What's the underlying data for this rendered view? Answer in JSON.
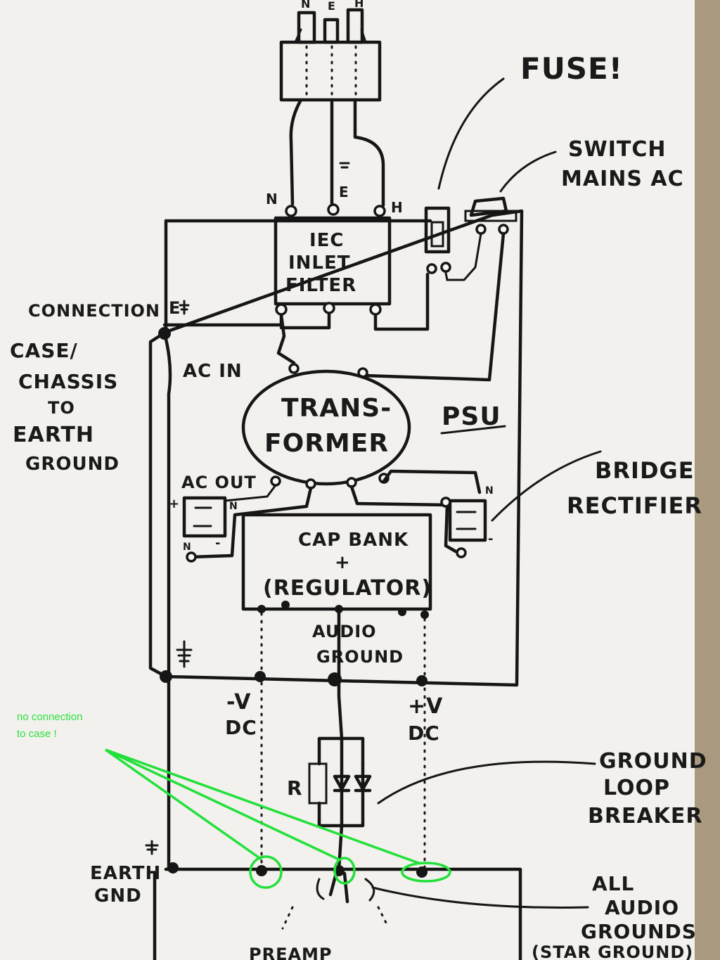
{
  "plug_pins": {
    "n": "N",
    "e": "E",
    "h": "H"
  },
  "iec_terminals": {
    "n": "N",
    "e": "E",
    "h": "H"
  },
  "iec": {
    "line1": "IEC",
    "line2": "INLET",
    "line3": "FILTER"
  },
  "fuse": "FUSE!",
  "switch": {
    "line1": "SWITCH",
    "line2": "MAINS AC"
  },
  "chassis_note": {
    "line1": "CONNECTION",
    "line2": "CASE/",
    "line3": "CHASSIS",
    "line4": "TO",
    "line5": "EARTH",
    "line6": "GROUND"
  },
  "earth_top": "E",
  "ac_in": "AC IN",
  "transformer": {
    "line1": "TRANS-",
    "line2": "FORMER"
  },
  "psu": "PSU",
  "ac_out": "AC OUT",
  "bridge": {
    "line1": "BRIDGE",
    "line2": "RECTIFIER"
  },
  "rectifier_marks": {
    "plus": "+",
    "minus": "-",
    "n": "N"
  },
  "capbank": {
    "line1": "CAP BANK",
    "line2": "+",
    "line3": "(REGULATOR)"
  },
  "audio_ground": {
    "line1": "AUDIO",
    "line2": "GROUND"
  },
  "neg_v": {
    "line1": "-V",
    "line2": "DC"
  },
  "pos_v": {
    "line1": "+V",
    "line2": "DC"
  },
  "green_note": {
    "line1": "no connection",
    "line2": "to case !"
  },
  "resistor": "R",
  "ground_loop": {
    "line1": "GROUND",
    "line2": "LOOP",
    "line3": "BREAKER"
  },
  "earth_gnd": {
    "line1": "EARTH",
    "line2": "GND"
  },
  "all_audio": {
    "line1": "ALL",
    "line2": "AUDIO",
    "line3": "GROUNDS",
    "line4": "(STAR GROUND)"
  },
  "preamp": "PREAMP"
}
